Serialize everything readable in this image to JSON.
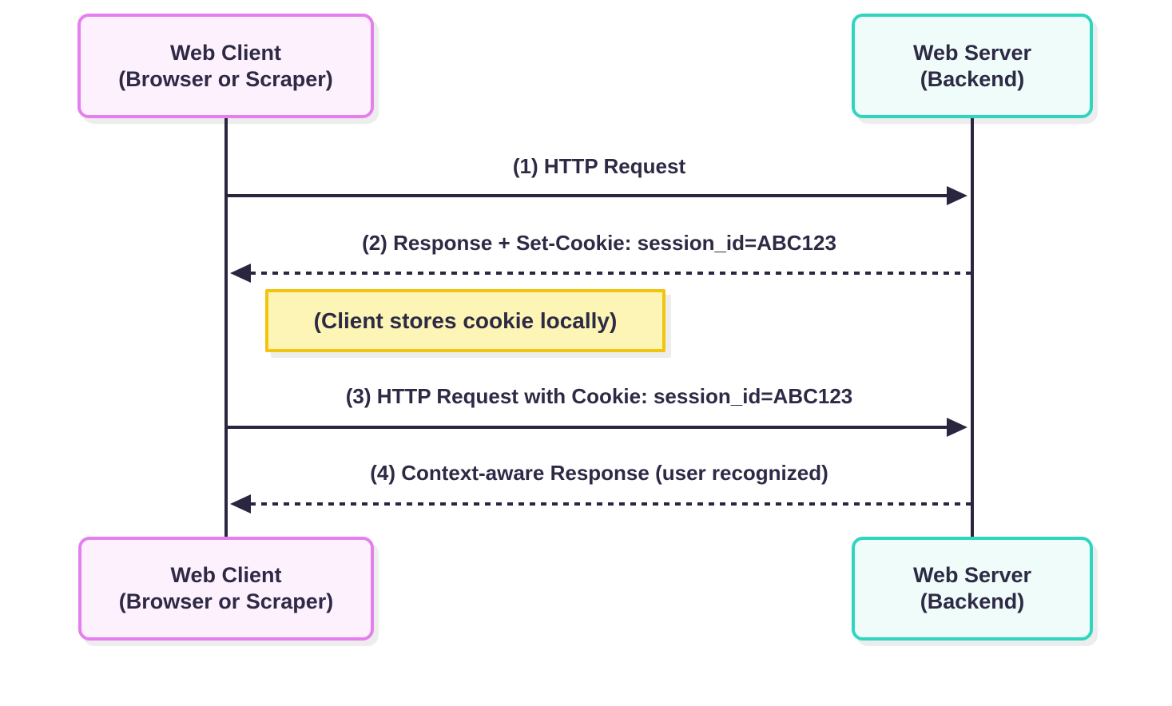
{
  "diagram": {
    "type": "sequence-diagram",
    "background": "#FFFFFF",
    "actors": {
      "client": {
        "line1": "Web Client",
        "line2": "(Browser or Scraper)",
        "fill": "#FDF1FD",
        "border": "#E57FEE"
      },
      "server": {
        "line1": "Web Server",
        "line2": "(Backend)",
        "fill": "#EFFCF9",
        "border": "#30D5C0"
      }
    },
    "messages": [
      {
        "label": "(1) HTTP Request",
        "from": "client",
        "to": "server",
        "line_style": "solid",
        "direction": "right"
      },
      {
        "label": "(2) Response + Set-Cookie: session_id=ABC123",
        "from": "server",
        "to": "client",
        "line_style": "dashed",
        "direction": "left"
      },
      {
        "label": "(3) HTTP Request with Cookie: session_id=ABC123",
        "from": "client",
        "to": "server",
        "line_style": "solid",
        "direction": "right"
      },
      {
        "label": "(4) Context-aware Response (user recognized)",
        "from": "server",
        "to": "client",
        "line_style": "dashed",
        "direction": "left"
      }
    ],
    "note": {
      "text": "(Client stores cookie locally)",
      "fill": "#FCF5B5",
      "border": "#F2C40D"
    },
    "colors": {
      "line": "#2B2640",
      "text": "#2E2A45"
    }
  }
}
